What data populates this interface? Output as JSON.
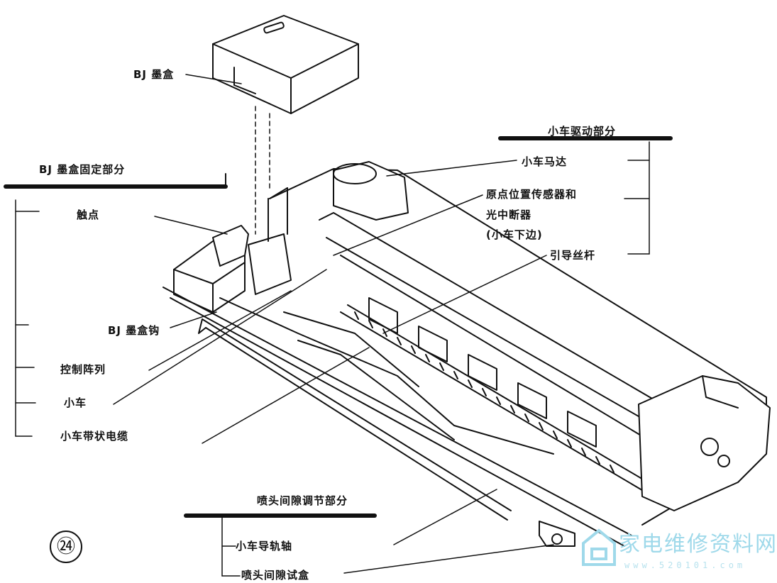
{
  "labels": {
    "bj_cartridge": "BJ 墨盒",
    "bj_holder_section": "BJ 墨盒固定部分",
    "contacts": "触点",
    "bj_hook": "BJ 墨盒钩",
    "control_array": "控制阵列",
    "carriage": "小车",
    "ribbon_cable": "小车带状电缆",
    "carriage_drive_section": "小车驱动部分",
    "carriage_motor": "小车马达",
    "home_sensor_line1": "原点位置传感器和",
    "home_sensor_line2": "光中断器",
    "home_sensor_line3": "(小车下边)",
    "lead_screw": "引导丝杆",
    "gap_adjust_section": "喷头间隙调节部分",
    "guide_shaft": "小车导轨轴",
    "gap_test_box": "喷头间隙试盒"
  },
  "figure_number": "㉔",
  "watermark": {
    "text": "家电维修资料网",
    "url": "www.520101.com"
  },
  "colors": {
    "ink": "#111111",
    "watermark": "#9fd9ea"
  }
}
